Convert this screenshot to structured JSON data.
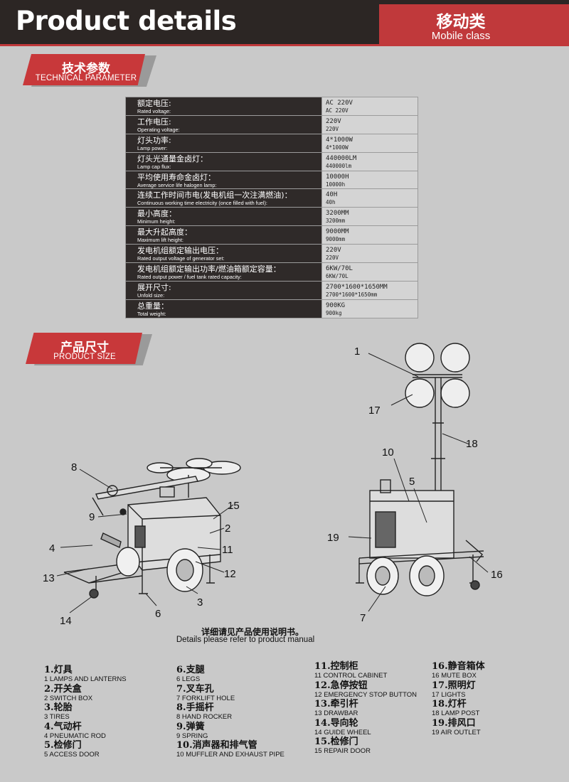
{
  "header": {
    "title": "Product details",
    "badge_cn": "移动类",
    "badge_en": "Mobile class"
  },
  "colors": {
    "dark": "#2c2624",
    "accent": "#c0393b",
    "background": "#c9c9c9"
  },
  "tech_section": {
    "title_cn": "技术参数",
    "title_en": "TECHNICAL PARAMETER"
  },
  "parameters": [
    {
      "cn": "额定电压:",
      "en": "Rated voltage:",
      "val_a": "AC 220V",
      "val_b": "AC 220V"
    },
    {
      "cn": "工作电压:",
      "en": "Operating voltage:",
      "val_a": "220V",
      "val_b": "220V"
    },
    {
      "cn": "灯头功率:",
      "en": "Lamp power:",
      "val_a": "4*1000W",
      "val_b": "4*1000W"
    },
    {
      "cn": "灯头光通量金卤灯：",
      "en": "Lamp cap flux:",
      "val_a": "440000LM",
      "val_b": "440000lm"
    },
    {
      "cn": "平均使用寿命金卤灯：",
      "en": "Average service life halogen lamp:",
      "val_a": "10000H",
      "val_b": "10000h"
    },
    {
      "cn": "连续工作时间市电(发电机组一次注满燃油)：",
      "en": "Continuous working time electricity (once filled with fuel):",
      "val_a": "40H",
      "val_b": "40h"
    },
    {
      "cn": "最小高度：",
      "en": "Minimum height:",
      "val_a": "3200MM",
      "val_b": "3200mm"
    },
    {
      "cn": "最大升起高度：",
      "en": "Maximum lift height:",
      "val_a": "9000MM",
      "val_b": "9000mm"
    },
    {
      "cn": "发电机组额定输出电压：",
      "en": "Rated output voltage of generator set:",
      "val_a": "220V",
      "val_b": "220V"
    },
    {
      "cn": "发电机组额定输出功率/燃油箱额定容量：",
      "en": "Rated output power / fuel tank rated capacity:",
      "val_a": "6KW/70L",
      "val_b": "6KW/70L"
    },
    {
      "cn": "展开尺寸:",
      "en": "Unfold size:",
      "val_a": "2700*1600*1650MM",
      "val_b": "2700*1600*1650mm"
    },
    {
      "cn": "总重量：",
      "en": "Total weight:",
      "val_a": "900KG",
      "val_b": "900kg"
    }
  ],
  "size_section": {
    "title_cn": "产品尺寸",
    "title_en": "PRODUCT SIZE"
  },
  "callouts_left": [
    "8",
    "9",
    "15",
    "2",
    "4",
    "11",
    "13",
    "12",
    "3",
    "6",
    "14"
  ],
  "callouts_right": [
    "1",
    "17",
    "18",
    "10",
    "5",
    "19",
    "16",
    "7"
  ],
  "notice": {
    "cn": "详细请见产品使用说明书。",
    "en": "Details please refer to product manual"
  },
  "legend": [
    [
      {
        "cn": "1.灯具",
        "en": "1 LAMPS AND LANTERNS"
      },
      {
        "cn": "2.开关盒",
        "en": "2 SWITCH BOX"
      },
      {
        "cn": "3.轮胎",
        "en": "3 TIRES"
      },
      {
        "cn": "4.气动杆",
        "en": "4 PNEUMATIC ROD"
      },
      {
        "cn": "5.检修门",
        "en": "5 ACCESS DOOR"
      }
    ],
    [
      {
        "cn": "6.支腿",
        "en": "6 LEGS"
      },
      {
        "cn": "7.叉车孔",
        "en": "7 FORKLIFT HOLE"
      },
      {
        "cn": "8.手摇杆",
        "en": "8 HAND ROCKER"
      },
      {
        "cn": "9.弹簧",
        "en": "9 SPRING"
      },
      {
        "cn": "10.消声器和排气管",
        "en": "10 MUFFLER AND EXHAUST PIPE"
      }
    ],
    [
      {
        "cn": "11.控制柜",
        "en": "11 CONTROL CABINET"
      },
      {
        "cn": "12.急停按钮",
        "en": "12 EMERGENCY STOP BUTTON"
      },
      {
        "cn": "13.牵引杆",
        "en": "13 DRAWBAR"
      },
      {
        "cn": "14.导向轮",
        "en": "14 GUIDE WHEEL"
      },
      {
        "cn": "15.检修门",
        "en": "15 REPAIR DOOR"
      }
    ],
    [
      {
        "cn": "16.静音箱体",
        "en": "16 MUTE BOX"
      },
      {
        "cn": "17.照明灯",
        "en": "17 LIGHTS"
      },
      {
        "cn": "18.灯杆",
        "en": "18 LAMP POST"
      },
      {
        "cn": "19.排风口",
        "en": "19 AIR OUTLET"
      }
    ]
  ]
}
